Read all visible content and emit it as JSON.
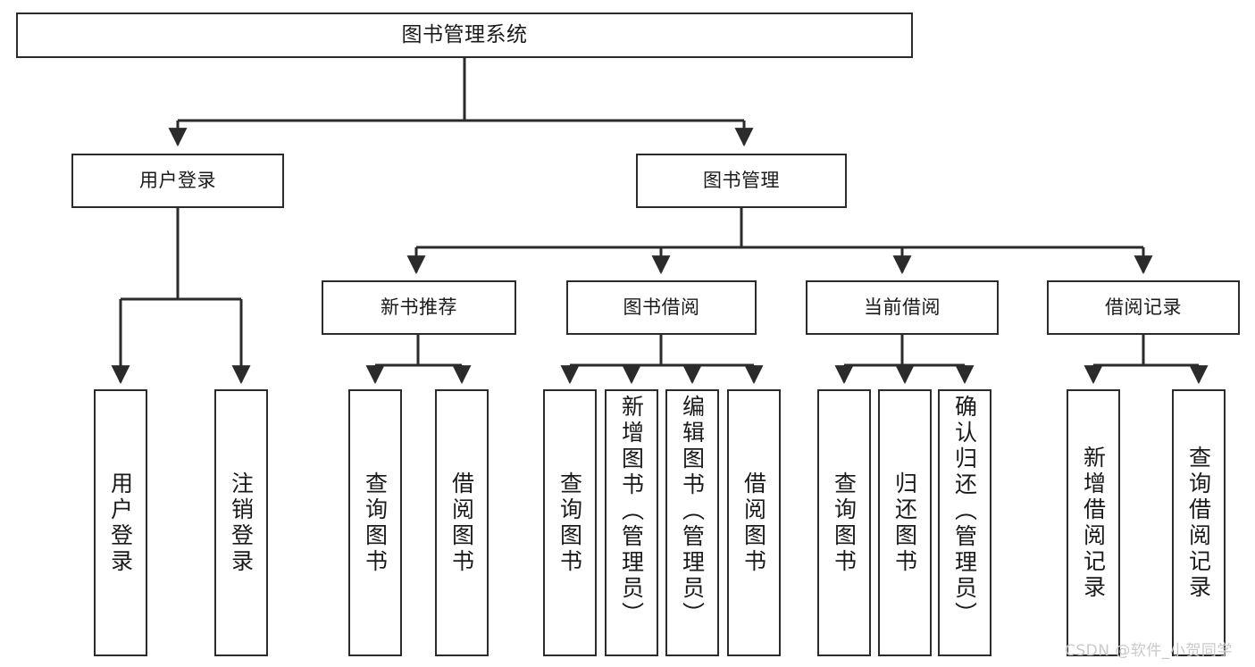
{
  "diagram": {
    "title": "图书管理系统",
    "watermark": "CSDN @软件_小贺同学",
    "line_color": "#2b2b2b",
    "background_color": "#ffffff",
    "text_color": "#1a1a1a",
    "root": {
      "label": "图书管理系统"
    },
    "level1": [
      {
        "label": "用户登录"
      },
      {
        "label": "图书管理"
      }
    ],
    "level2": [
      {
        "label": "新书推荐"
      },
      {
        "label": "图书借阅"
      },
      {
        "label": "当前借阅"
      },
      {
        "label": "借阅记录"
      }
    ],
    "leaves": [
      {
        "label": "用户登录"
      },
      {
        "label": "注销登录"
      },
      {
        "label": "查询图书"
      },
      {
        "label": "借阅图书"
      },
      {
        "label": "查询图书"
      },
      {
        "label": "新增图书（管理员）"
      },
      {
        "label": "编辑图书（管理员）"
      },
      {
        "label": "借阅图书"
      },
      {
        "label": "查询图书"
      },
      {
        "label": "归还图书"
      },
      {
        "label": "确认归还（管理员）"
      },
      {
        "label": "新增借阅记录"
      },
      {
        "label": "查询借阅记录"
      }
    ]
  }
}
